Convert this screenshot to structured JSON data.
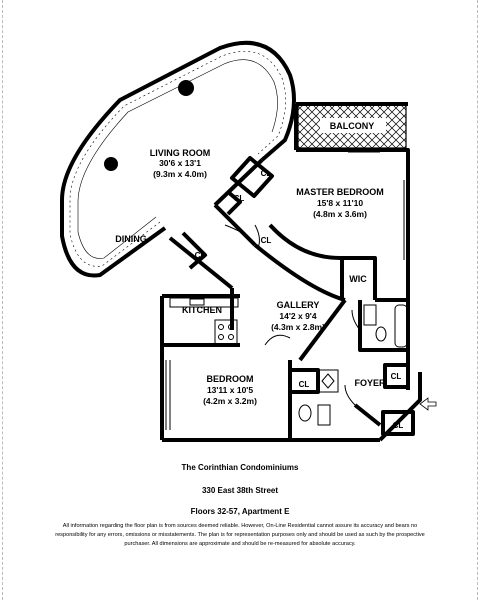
{
  "rooms": {
    "living": {
      "name": "LIVING ROOM",
      "dim_imperial": "30'6 x 13'1",
      "dim_metric": "(9.3m x 4.0m)"
    },
    "dining": {
      "name": "DINING"
    },
    "balcony": {
      "name": "BALCONY"
    },
    "master": {
      "name": "MASTER BEDROOM",
      "dim_imperial": "15'8 x 11'10",
      "dim_metric": "(4.8m x 3.6m)"
    },
    "gallery": {
      "name": "GALLERY",
      "dim_imperial": "14'2 x 9'4",
      "dim_metric": "(4.3m x 2.8m)"
    },
    "kitchen": {
      "name": "KITCHEN"
    },
    "bedroom": {
      "name": "BEDROOM",
      "dim_imperial": "13'11 x 10'5",
      "dim_metric": "(4.2m x 3.2m)"
    },
    "foyer": {
      "name": "FOYER"
    },
    "wic": {
      "name": "WIC"
    },
    "closet": "CL"
  },
  "caption": {
    "building": "The Corinthian Condominiums",
    "address": "330 East 38th Street",
    "floors": "Floors 32-57, Apartment E"
  },
  "disclaimer": "All information regarding the floor plan is from sources deemed reliable. However, On-Line Residential cannot assure its accuracy and bears no responsibility for any errors, omissions or misstatements. The plan is for representation purposes only and should be used as such by the prospective purchaser. All dimensions are approximate and should be re-measured for absolute accuracy."
}
